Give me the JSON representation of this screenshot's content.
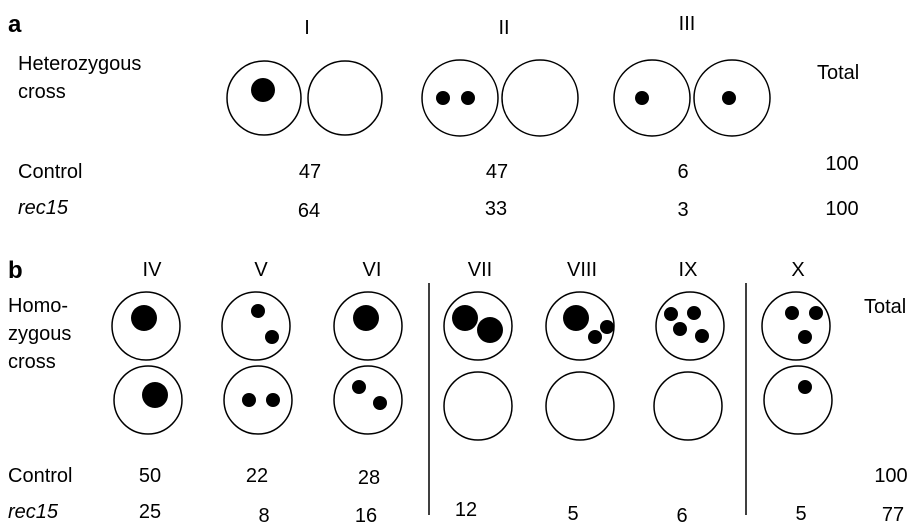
{
  "panel_a": {
    "label": "a",
    "row_title_lines": [
      "Heterozygous",
      "cross"
    ],
    "total_label": "Total",
    "classes": [
      {
        "id": "I",
        "cells": [
          [
            "large"
          ],
          []
        ]
      },
      {
        "id": "II",
        "cells": [
          [
            "small",
            "small"
          ],
          []
        ]
      },
      {
        "id": "III",
        "cells": [
          [
            "small"
          ],
          [
            "small"
          ]
        ]
      }
    ],
    "rows": [
      {
        "name": "Control",
        "values": [
          "47",
          "47",
          "6"
        ],
        "total": "100",
        "italic": false
      },
      {
        "name": "rec15",
        "values": [
          "64",
          "33",
          "3"
        ],
        "total": "100",
        "italic": true
      }
    ]
  },
  "panel_b": {
    "label": "b",
    "row_title_lines": [
      "Homo-",
      "zygous",
      "cross"
    ],
    "total_label": "Total",
    "classes": [
      {
        "id": "IV",
        "cells": [
          [
            "large"
          ],
          [
            "large"
          ]
        ]
      },
      {
        "id": "V",
        "cells": [
          [
            "small",
            "small"
          ],
          [
            "small",
            "small"
          ]
        ]
      },
      {
        "id": "VI",
        "cells": [
          [
            "large"
          ],
          [
            "small",
            "small"
          ]
        ]
      },
      {
        "id": "VII",
        "cells": [
          [
            "large",
            "large"
          ],
          []
        ]
      },
      {
        "id": "VIII",
        "cells": [
          [
            "large",
            "small",
            "small"
          ],
          []
        ]
      },
      {
        "id": "IX",
        "cells": [
          [
            "small",
            "small",
            "small",
            "small"
          ],
          []
        ]
      },
      {
        "id": "X",
        "cells": [
          [
            "small",
            "small",
            "small"
          ],
          [
            "small"
          ]
        ]
      }
    ],
    "rows": [
      {
        "name": "Control",
        "values": [
          "50",
          "22",
          "28",
          "",
          "",
          "",
          ""
        ],
        "total": "100",
        "italic": false
      },
      {
        "name": "rec15",
        "values": [
          "25",
          "8",
          "16",
          "12",
          "5",
          "6",
          "5"
        ],
        "total": "77",
        "italic": true
      }
    ]
  }
}
